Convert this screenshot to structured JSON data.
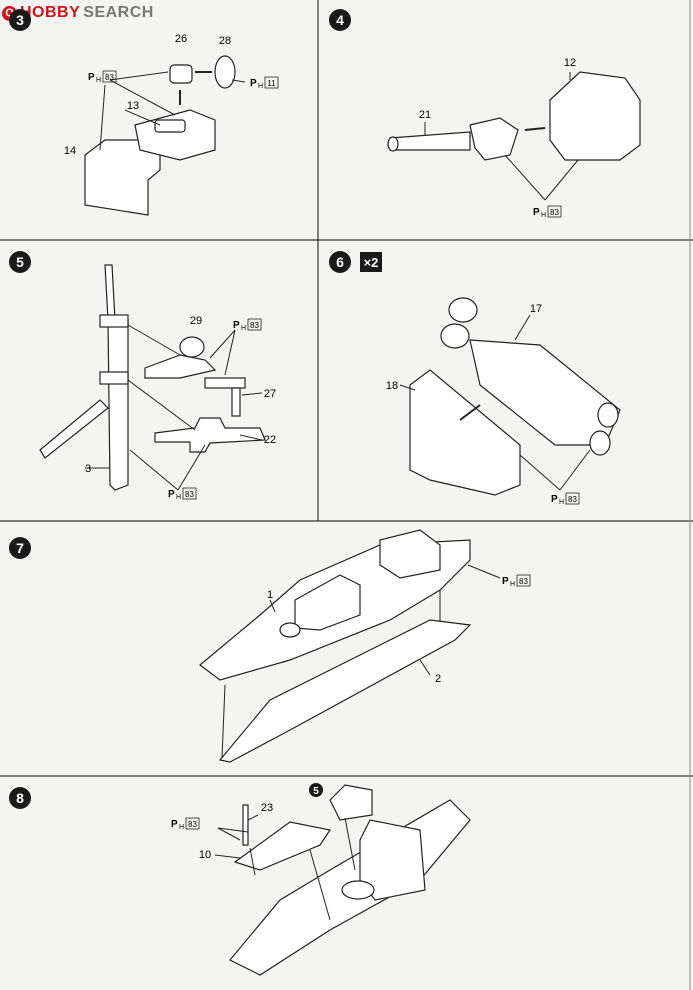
{
  "logo": {
    "mark": "Q",
    "hobby": "HOBBY",
    "search": "SEARCH"
  },
  "paint_code": "83",
  "paint_code_alt": "11",
  "paint_prefix": "P",
  "paint_sub": "H",
  "multiplier": "×2",
  "steps": [
    {
      "number": "3",
      "parts": [
        "26",
        "28",
        "13",
        "14"
      ]
    },
    {
      "number": "4",
      "parts": [
        "12",
        "21"
      ]
    },
    {
      "number": "5",
      "parts": [
        "29",
        "27",
        "22",
        "3"
      ]
    },
    {
      "number": "6",
      "parts": [
        "17",
        "18"
      ]
    },
    {
      "number": "7",
      "parts": [
        "1",
        "2"
      ]
    },
    {
      "number": "8",
      "parts": [
        "23",
        "10"
      ]
    }
  ],
  "sub_step_ref": "5"
}
